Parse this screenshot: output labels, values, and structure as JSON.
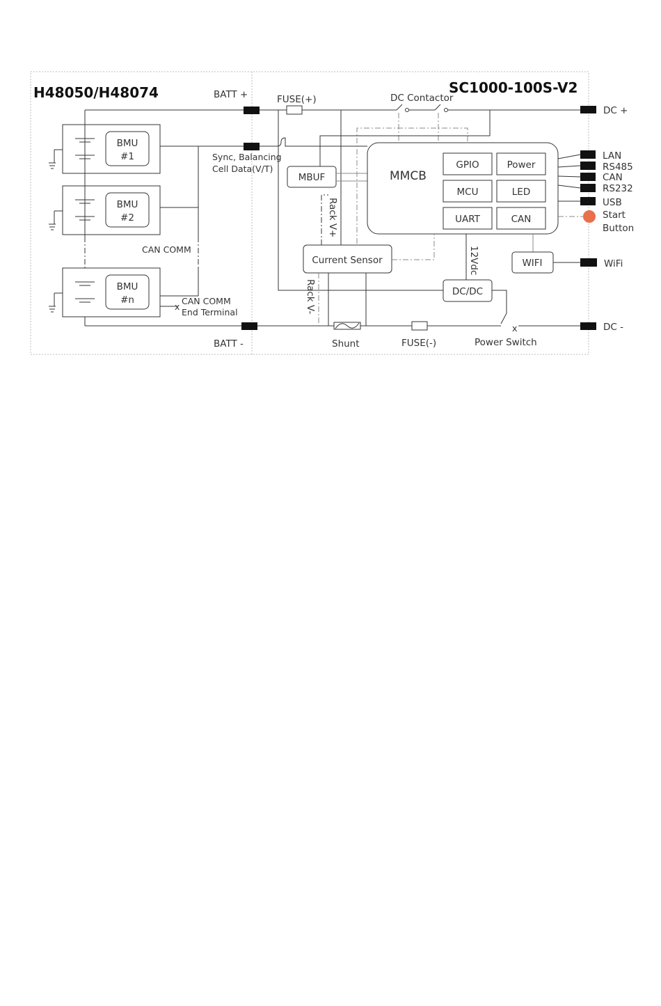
{
  "titles": {
    "left": "H48050/H48074",
    "right": "SC1000-100S-V2"
  },
  "bmus": [
    {
      "name": "BMU",
      "id": "#1"
    },
    {
      "name": "BMU",
      "id": "#2"
    },
    {
      "name": "BMU",
      "id": "#n"
    }
  ],
  "labels": {
    "batt_plus": "BATT +",
    "batt_minus": "BATT -",
    "fuse_plus": "FUSE(+)",
    "fuse_minus": "FUSE(-)",
    "dc_contactor": "DC Contactor",
    "dc_plus": "DC +",
    "dc_minus": "DC -",
    "sync_line1": "Sync, Balancing",
    "sync_line2": "Cell Data(V/T)",
    "can_comm": "CAN COMM",
    "can_comm_end1": "CAN COMM",
    "can_comm_end2": "End Terminal",
    "rack_v_plus": "Rack V+",
    "rack_v_minus": "Rack V-",
    "v12": "12Vdc",
    "shunt": "Shunt",
    "power_switch": "Power Switch"
  },
  "blocks": {
    "mbuf": "MBUF",
    "mmcb": "MMCB",
    "current_sensor": "Current Sensor",
    "dcdc": "DC/DC",
    "wifi": "WIFI",
    "modules": [
      "GPIO",
      "Power",
      "MCU",
      "LED",
      "UART",
      "CAN"
    ]
  },
  "ports": [
    "LAN",
    "RS485",
    "CAN",
    "RS232",
    "USB"
  ],
  "start_button": {
    "line1": "Start",
    "line2": "Button",
    "color": "#e8704a"
  },
  "wifi_port": "WiFi"
}
